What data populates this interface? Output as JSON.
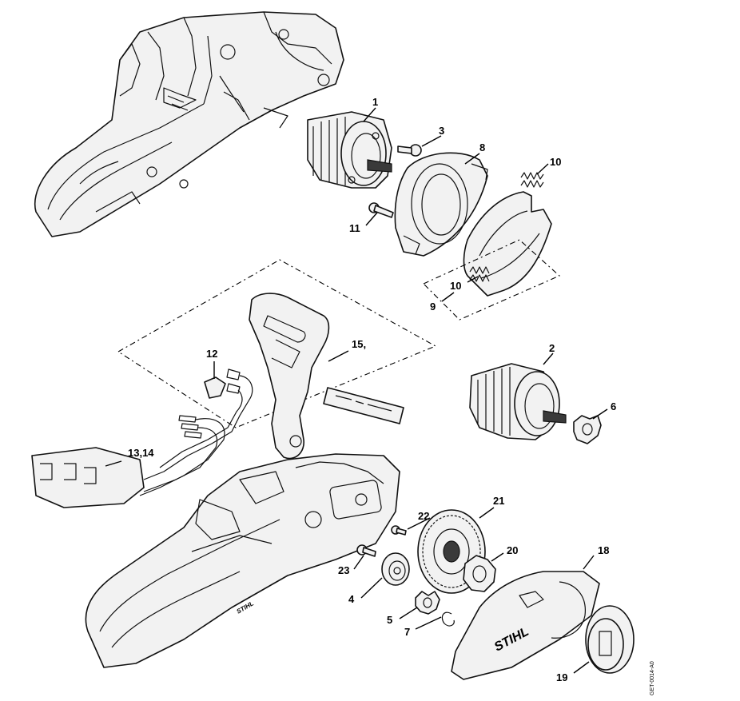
{
  "diagram": {
    "callouts": [
      {
        "id": "c1",
        "label": "1"
      },
      {
        "id": "c2",
        "label": "2"
      },
      {
        "id": "c3",
        "label": "3"
      },
      {
        "id": "c4",
        "label": "4"
      },
      {
        "id": "c5",
        "label": "5"
      },
      {
        "id": "c6",
        "label": "6"
      },
      {
        "id": "c7",
        "label": "7"
      },
      {
        "id": "c8",
        "label": "8"
      },
      {
        "id": "c9",
        "label": "9"
      },
      {
        "id": "c10a",
        "label": "10"
      },
      {
        "id": "c10b",
        "label": "10"
      },
      {
        "id": "c11",
        "label": "11"
      },
      {
        "id": "c12",
        "label": "12"
      },
      {
        "id": "c13",
        "label": "13,14"
      },
      {
        "id": "c15",
        "label": "15,"
      },
      {
        "id": "c18",
        "label": "18"
      },
      {
        "id": "c19",
        "label": "19"
      },
      {
        "id": "c20",
        "label": "20"
      },
      {
        "id": "c21",
        "label": "21"
      },
      {
        "id": "c22",
        "label": "22"
      },
      {
        "id": "c23",
        "label": "23"
      }
    ],
    "brand_marks": [
      "STIHL",
      "STIHL"
    ],
    "drawing_code": "GET-0014-A0"
  }
}
